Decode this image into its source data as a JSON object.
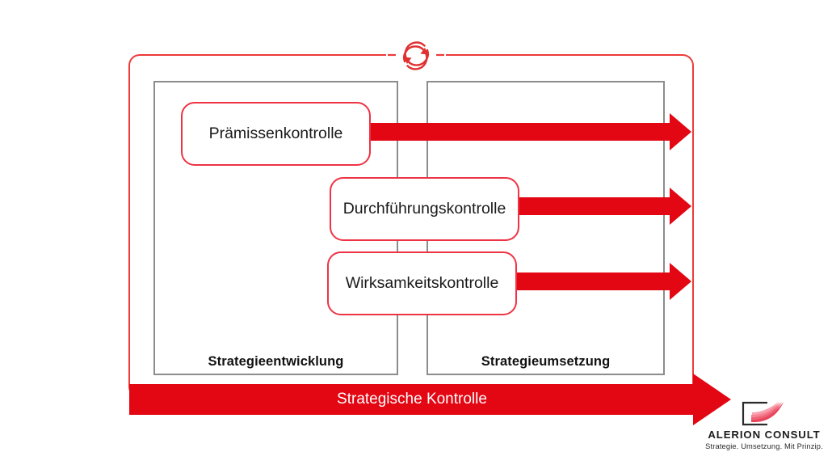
{
  "diagram": {
    "title_bar": {
      "label": "Strategische Kontrolle"
    },
    "cycle_icon": {
      "name": "cycle-arrows-icon"
    },
    "panels": [
      {
        "id": "left",
        "label": "Strategieentwicklung"
      },
      {
        "id": "right",
        "label": "Strategieumsetzung"
      }
    ],
    "control_boxes": [
      {
        "id": "praemissenkontrolle",
        "label": "Prämissenkontrolle"
      },
      {
        "id": "durchfuehrungskontrolle",
        "label": "Durchführungskontrolle"
      },
      {
        "id": "wirksamkeitskontrolle",
        "label": "Wirksamkeitskontrolle"
      }
    ],
    "arrows": [
      {
        "id": "arrow-praemissenkontrolle"
      },
      {
        "id": "arrow-durchfuehrungskontrolle"
      },
      {
        "id": "arrow-wirksamkeitskontrolle"
      }
    ],
    "colors": {
      "accent_red": "#e30613",
      "frame_red": "#ee3a3a",
      "panel_grey": "#8c8c8c",
      "text_dark": "#1a1a1a",
      "background": "#ffffff"
    }
  },
  "logo": {
    "name": "ALERION CONSULT",
    "tagline": "Strategie. Umsetzung. Mit Prinzip.",
    "mark": "square-swoosh-icon"
  }
}
